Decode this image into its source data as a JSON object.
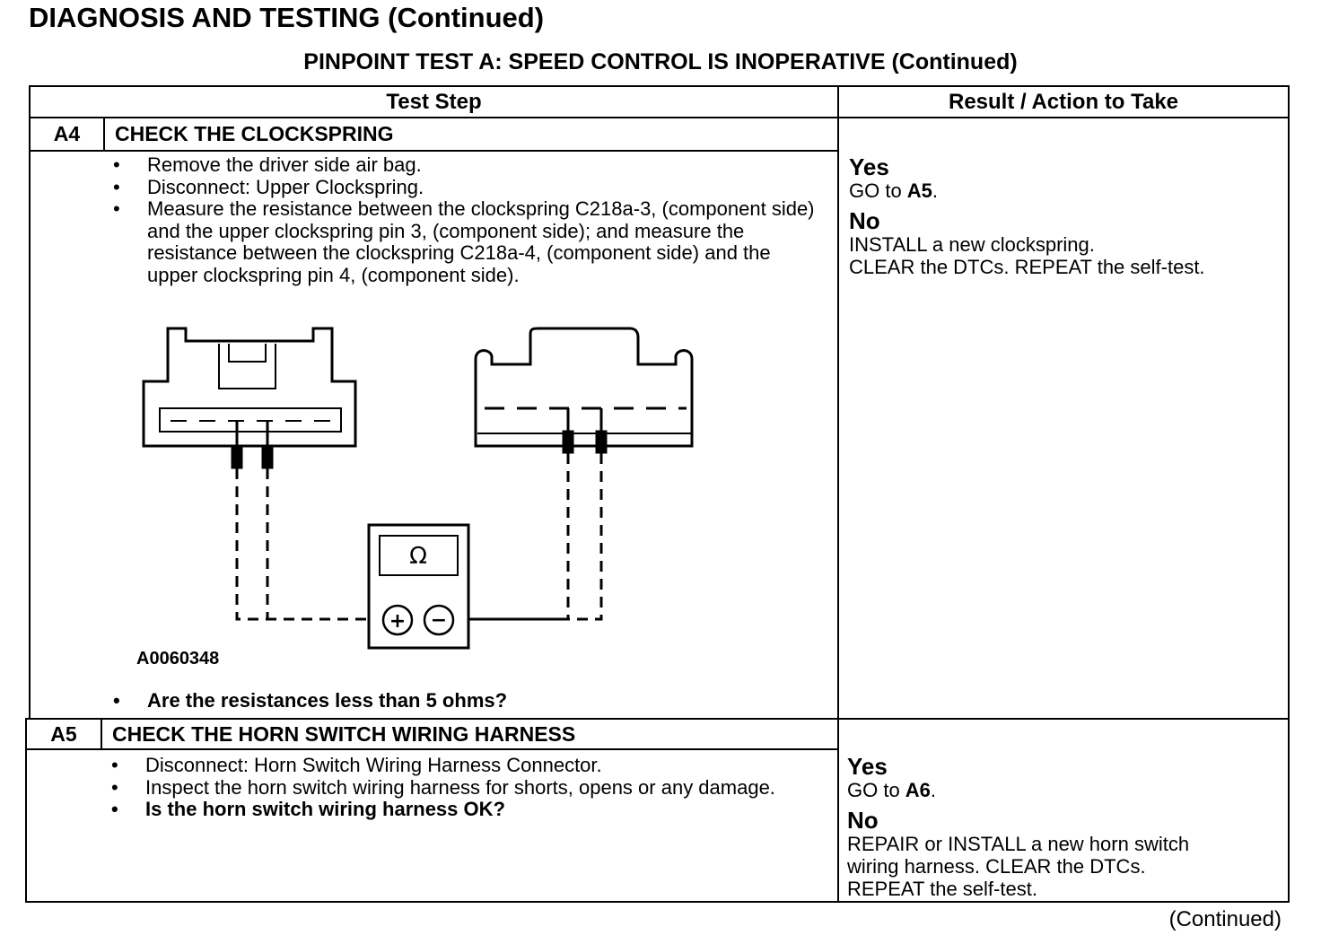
{
  "header": {
    "title": "DIAGNOSIS AND TESTING (Continued)",
    "subtitle": "PINPOINT TEST  A: SPEED CONTROL IS INOPERATIVE (Continued)"
  },
  "table": {
    "col_step": "Test Step",
    "col_result": "Result / Action to Take"
  },
  "steps": [
    {
      "id": "A4",
      "title": "CHECK THE CLOCKSPRING",
      "bullets": [
        "Remove the driver side air bag.",
        "Disconnect: Upper Clockspring.",
        "Measure the resistance between the clockspring C218a-3, (component side) and the upper clockspring pin 3, (component side); and measure the resistance between the clockspring C218a-4, (component side) and the upper clockspring pin 4, (component side)."
      ],
      "figure_id": "A0060348",
      "question": "Are the resistances less than 5 ohms?",
      "yes_label": "Yes",
      "yes_prefix": "GO to ",
      "yes_target": "A5",
      "yes_suffix": ".",
      "no_label": "No",
      "no_line1": "INSTALL a new clockspring.",
      "no_line2": "CLEAR the DTCs. REPEAT the self-test."
    },
    {
      "id": "A5",
      "title": "CHECK THE HORN SWITCH WIRING HARNESS",
      "bullets": [
        "Disconnect: Horn Switch Wiring Harness Connector.",
        "Inspect the horn switch wiring harness for shorts, opens or any damage."
      ],
      "question": "Is the horn switch wiring harness OK?",
      "yes_label": "Yes",
      "yes_prefix": "GO to ",
      "yes_target": "A6",
      "yes_suffix": ".",
      "no_label": "No",
      "no_line1": "REPAIR or INSTALL a new horn switch",
      "no_line2": "wiring harness. CLEAR the DTCs.",
      "no_line3": "REPEAT the self-test."
    }
  ],
  "diagram": {
    "meter_symbol": "Ω",
    "plus_symbol": "+",
    "minus_symbol": "−"
  },
  "footer": {
    "continued": "(Continued)"
  }
}
